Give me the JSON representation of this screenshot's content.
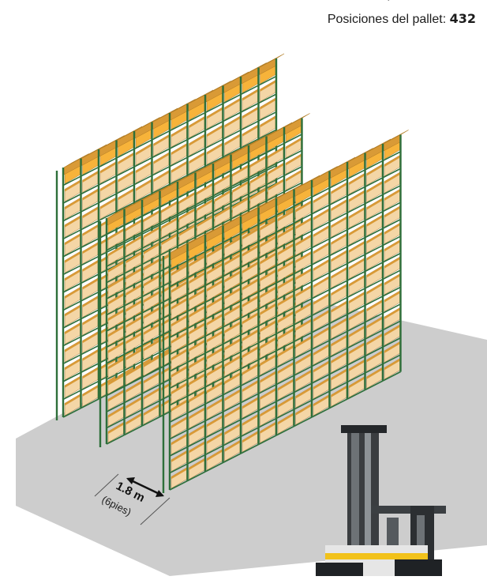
{
  "header": {
    "partial_text": "·",
    "positions_label": "Posiciones del pallet:",
    "positions_count": "432"
  },
  "dimension": {
    "metric": "1.8 m",
    "imperial": "(6pies)"
  },
  "colors": {
    "floor": "#cdcdcd",
    "upright": "#2e6f3a",
    "box_top": "#f7b33a",
    "box_side": "#d99a36",
    "box_front": "#f4d6a6"
  },
  "icons": {
    "rack": "pallet-rack-illustration",
    "forklift": "reach-truck-illustration"
  }
}
